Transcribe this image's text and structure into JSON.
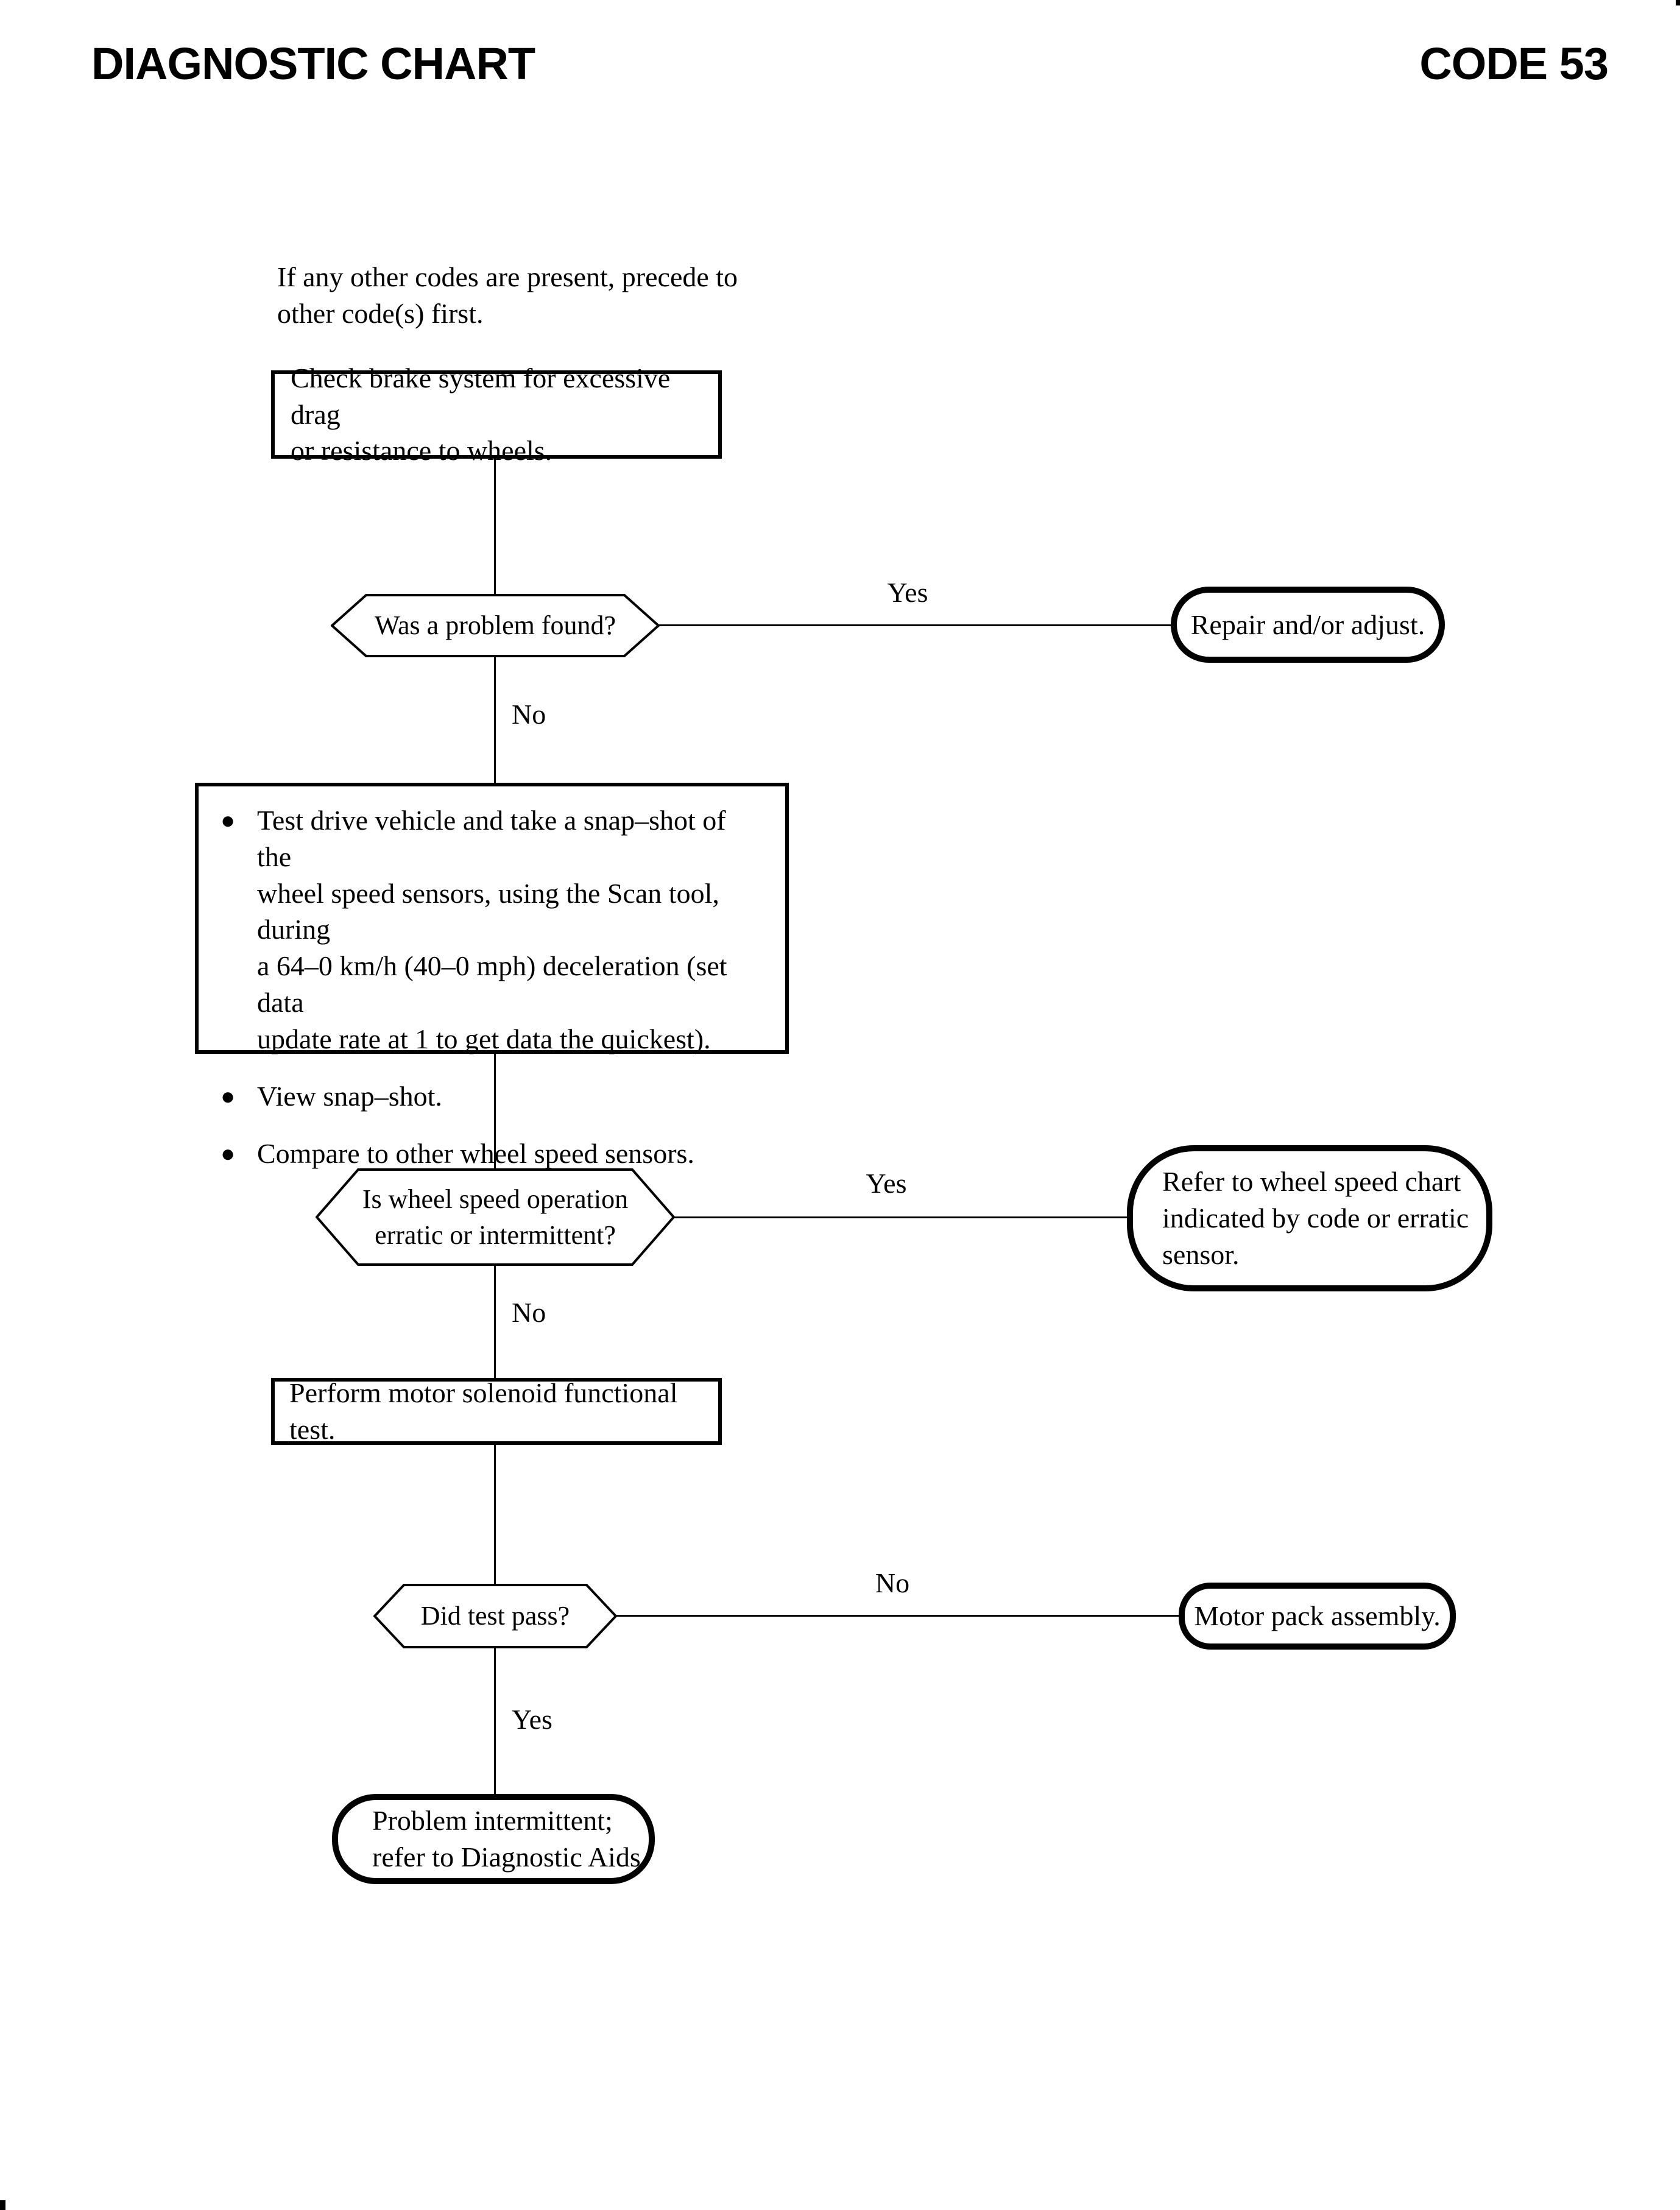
{
  "header": {
    "title": "DIAGNOSTIC CHART",
    "code": "CODE 53"
  },
  "intro": "If any other codes are present, precede to\nother code(s) first.",
  "flow": {
    "check_brakes": "Check brake system for excessive drag\nor resistance to wheels.",
    "problem_found": "Was a problem found?",
    "repair_adjust": "Repair and/or adjust.",
    "bullet_char": "●",
    "test_drive_steps": [
      "Test drive vehicle and take a snap–shot of the\nwheel speed sensors, using the Scan tool, during\na 64–0 km/h (40–0 mph) deceleration (set data\nupdate rate at 1 to get data the quickest).",
      "View snap–shot.",
      "Compare to other wheel speed sensors."
    ],
    "erratic_question": "Is wheel speed operation\nerratic or intermittent?",
    "refer_chart": "Refer to wheel speed chart\nindicated by code or erratic\nsensor.",
    "solenoid_test": "Perform motor solenoid functional test.",
    "test_pass": "Did test pass?",
    "motor_pack": "Motor pack assembly.",
    "intermittent": "Problem intermittent;\nrefer to Diagnostic Aids."
  },
  "labels": {
    "yes1": "Yes",
    "no1": "No",
    "yes2": "Yes",
    "no2": "No",
    "no3": "No",
    "yes3": "Yes"
  },
  "colors": {
    "ink": "#000000",
    "paper": "#ffffff"
  }
}
